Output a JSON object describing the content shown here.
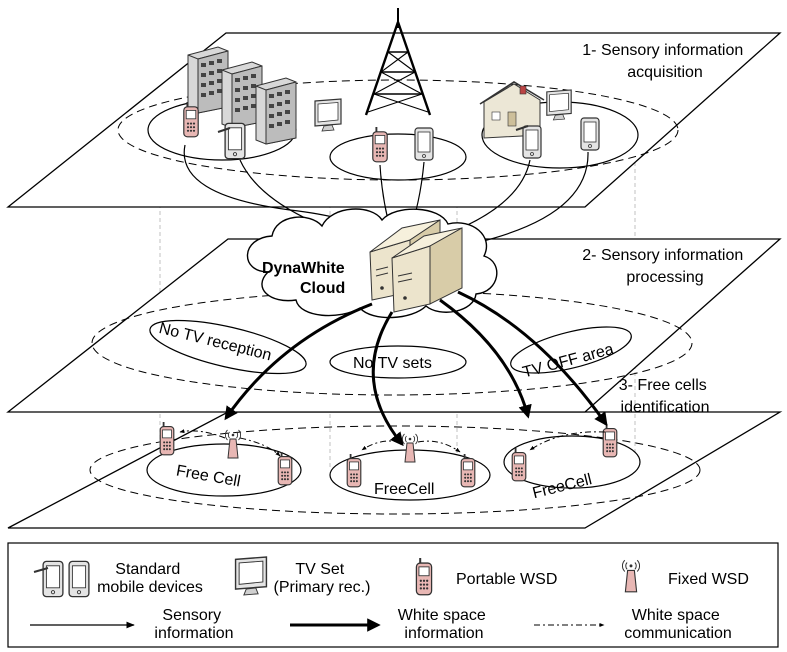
{
  "layers": {
    "layer1": "1- Sensory information\nacquisition",
    "layer2": "2- Sensory information\nprocessing",
    "layer3": "3- Free cells\nidentification"
  },
  "cloud": {
    "line1": "DynaWhite",
    "line2": "Cloud"
  },
  "areas": {
    "no_tv_reception": "No TV reception",
    "no_tv_sets": "No TV sets",
    "tv_off": "TV OFF area"
  },
  "cells": {
    "left": "Free Cell",
    "middle": "FreeCell",
    "right": "FreeCell"
  },
  "legend": {
    "standard_mobile": "Standard\nmobile devices",
    "tv_set": "TV Set\n(Primary rec.)",
    "portable_wsd": "Portable WSD",
    "fixed_wsd": "Fixed WSD",
    "sensory_info": "Sensory\ninformation",
    "white_space_info": "White space\ninformation",
    "white_space_comm": "White space\ncommunication"
  }
}
